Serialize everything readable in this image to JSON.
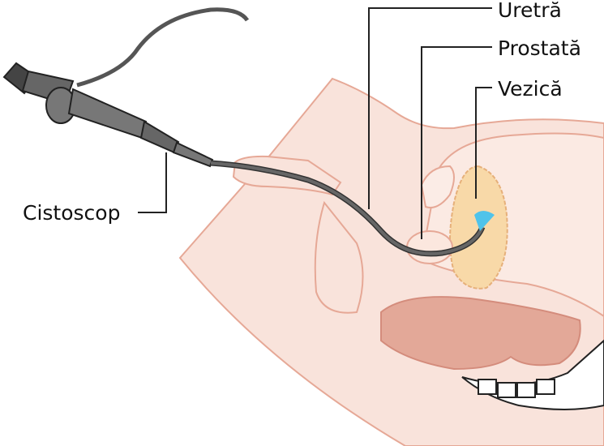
{
  "labels": {
    "urethra": "Uretră",
    "prostate": "Prostată",
    "bladder": "Vezică",
    "cystoscope": "Cistoscop"
  },
  "colors": {
    "skin": "#f9e3db",
    "outline": "#e6a896",
    "bladder": "#f8d9a8",
    "rectum": "#e3a898",
    "instrument": "#555555",
    "fluid": "#4fc3ea"
  }
}
